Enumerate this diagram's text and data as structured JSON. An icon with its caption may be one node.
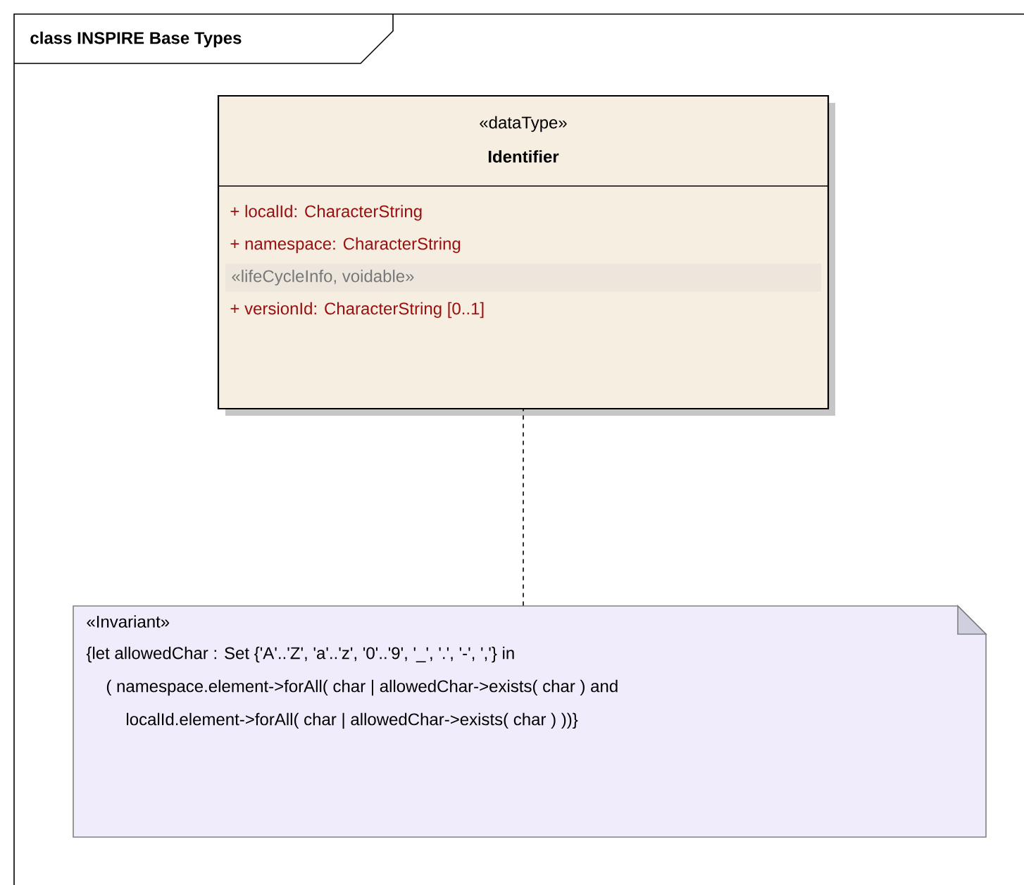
{
  "diagram": {
    "nodes": [
      {
        "text": [
          "class INSPIRE Base Types"
        ]
      },
      {
        "text": [
          "«dataType»",
          "Identifier",
          "+ localId: CharacterString",
          "+ namespace: CharacterString",
          "«lifeCycleInfo, voidable»",
          "+ versionId: CharacterString [0..1]"
        ],
        "in": 0
      },
      {
        "text": [
          "«Invariant»",
          "{let allowedChar : Set {'A'..'Z', 'a'..'z', '0'..'9', '_', '.', '-', ','} in",
          "( namespace.element->forAll( char | allowedChar->exists( char ) and",
          "localId.element->forAll( char | allowedChar->exists( char ) ))}"
        ],
        "in": 0
      }
    ],
    "edges": [
      {
        "from": 2,
        "to": 1,
        "arrow": "none",
        "style": "dashed"
      }
    ]
  }
}
